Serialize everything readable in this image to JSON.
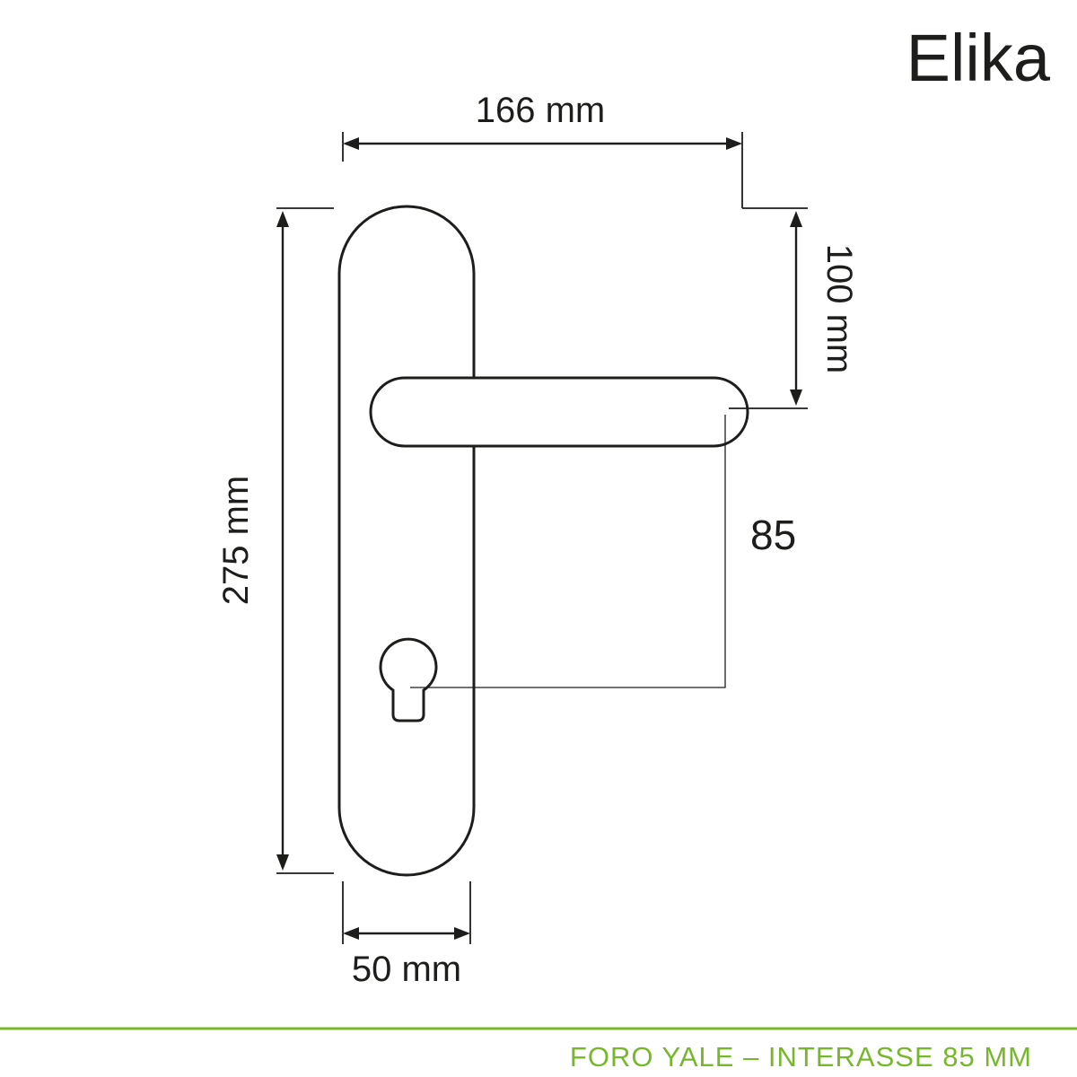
{
  "title": "Elika",
  "dimensions": {
    "total_width_label": "166  mm",
    "plate_height_label": "275 mm",
    "top_to_handle_label": "100 mm",
    "plate_width_label": "50 mm",
    "interaxis_label": "85"
  },
  "footer": {
    "text": "FORO YALE – INTERASSE 85 MM"
  },
  "colors": {
    "line": "#1d1d1b",
    "accent_green": "#76b82a",
    "background": "#ffffff"
  }
}
